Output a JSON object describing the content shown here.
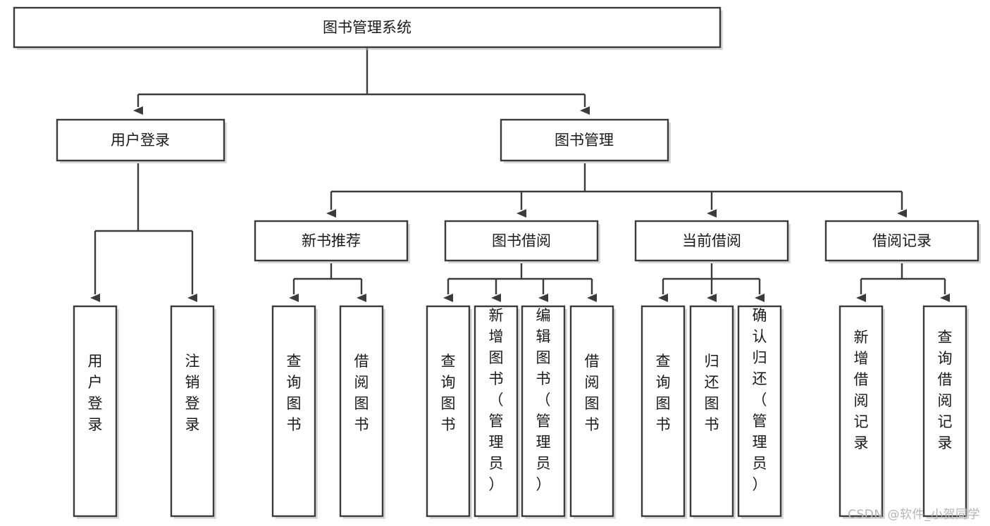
{
  "diagram": {
    "title_node": {
      "label": "图书管理系统"
    },
    "level2": [
      {
        "id": "user-login",
        "label": "用户登录"
      },
      {
        "id": "book-management",
        "label": "图书管理"
      }
    ],
    "level3": [
      {
        "id": "new-book-recommend",
        "label": "新书推荐"
      },
      {
        "id": "book-borrow",
        "label": "图书借阅"
      },
      {
        "id": "current-borrow",
        "label": "当前借阅"
      },
      {
        "id": "borrow-record",
        "label": "借阅记录"
      }
    ],
    "leaves": {
      "user-login": [
        {
          "id": "leaf-user-login",
          "label": "用户登录"
        },
        {
          "id": "leaf-logout",
          "label": "注销登录"
        }
      ],
      "new-book-recommend": [
        {
          "id": "leaf-query-book-1",
          "label": "查询图书"
        },
        {
          "id": "leaf-borrow-book-1",
          "label": "借阅图书"
        }
      ],
      "book-borrow": [
        {
          "id": "leaf-query-book-2",
          "label": "查询图书"
        },
        {
          "id": "leaf-add-book",
          "label": "新增图书（管理员）"
        },
        {
          "id": "leaf-edit-book",
          "label": "编辑图书（管理员）"
        },
        {
          "id": "leaf-borrow-book-2",
          "label": "借阅图书"
        }
      ],
      "current-borrow": [
        {
          "id": "leaf-query-book-3",
          "label": "查询图书"
        },
        {
          "id": "leaf-return-book",
          "label": "归还图书"
        },
        {
          "id": "leaf-confirm-return",
          "label": "确认归还（管理员）"
        }
      ],
      "borrow-record": [
        {
          "id": "leaf-add-record",
          "label": "新增借阅记录"
        },
        {
          "id": "leaf-query-record",
          "label": "查询借阅记录"
        }
      ]
    },
    "watermark": "CSDN @软件_小贺同学",
    "colors": {
      "stroke": "#3b3b3b",
      "fill": "#ffffff",
      "text": "#1a1a1a",
      "watermark": "#b5b5b5"
    }
  }
}
